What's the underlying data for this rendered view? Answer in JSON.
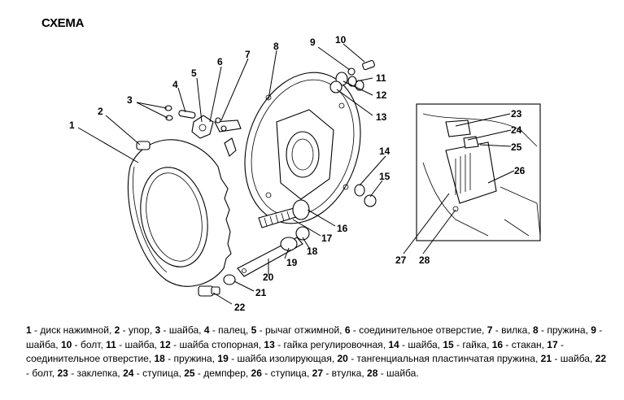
{
  "title": "СХЕМА",
  "callouts": [
    "1",
    "2",
    "3",
    "4",
    "5",
    "6",
    "7",
    "8",
    "9",
    "10",
    "11",
    "12",
    "13",
    "14",
    "15",
    "16",
    "17",
    "18",
    "19",
    "20",
    "21",
    "22",
    "23",
    "24",
    "25",
    "26",
    "27",
    "28"
  ],
  "legend": [
    {
      "num": "1",
      "text": "диск нажимной"
    },
    {
      "num": "2",
      "text": "упор"
    },
    {
      "num": "3",
      "text": "шайба"
    },
    {
      "num": "4",
      "text": "палец"
    },
    {
      "num": "5",
      "text": "рычаг отжимной"
    },
    {
      "num": "6",
      "text": "соединительное отверстие"
    },
    {
      "num": "7",
      "text": "вилка"
    },
    {
      "num": "8",
      "text": "пружина"
    },
    {
      "num": "9",
      "text": "шайба"
    },
    {
      "num": "10",
      "text": "болт"
    },
    {
      "num": "11",
      "text": "шайба"
    },
    {
      "num": "12",
      "text": "шайба стопорная"
    },
    {
      "num": "13",
      "text": "гайка регулировочная"
    },
    {
      "num": "14",
      "text": "шайба"
    },
    {
      "num": "15",
      "text": "гайка"
    },
    {
      "num": "16",
      "text": "стакан"
    },
    {
      "num": "17",
      "text": "соединительное отверстие"
    },
    {
      "num": "18",
      "text": "пружина"
    },
    {
      "num": "19",
      "text": "шайба изолирующая"
    },
    {
      "num": "20",
      "text": "тангенциальная пластинчатая пружина"
    },
    {
      "num": "21",
      "text": "шайба"
    },
    {
      "num": "22",
      "text": "болт"
    },
    {
      "num": "23",
      "text": "заклепка"
    },
    {
      "num": "24",
      "text": "ступица"
    },
    {
      "num": "25",
      "text": "демпфер"
    },
    {
      "num": "26",
      "text": "ступица"
    },
    {
      "num": "27",
      "text": "втулка"
    },
    {
      "num": "28",
      "text": "шайба"
    }
  ]
}
